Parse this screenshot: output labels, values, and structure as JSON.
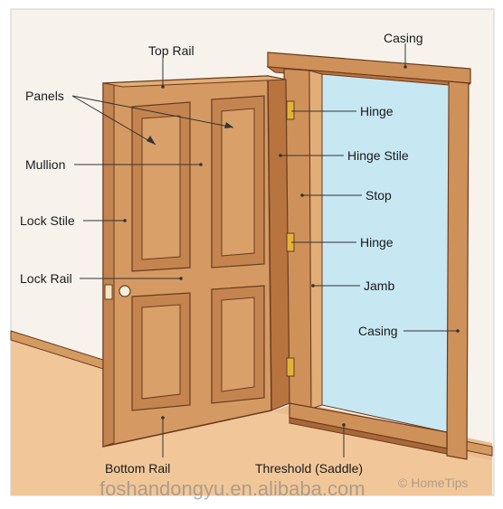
{
  "labels": {
    "top_rail": "Top Rail",
    "panels": "Panels",
    "mullion": "Mullion",
    "lock_stile": "Lock Stile",
    "lock_rail": "Lock Rail",
    "bottom_rail": "Bottom Rail",
    "casing_top": "Casing",
    "hinge_upper": "Hinge",
    "hinge_stile": "Hinge Stile",
    "stop": "Stop",
    "hinge_lower": "Hinge",
    "jamb": "Jamb",
    "casing_side": "Casing",
    "threshold": "Threshold (Saddle)"
  },
  "watermarks": {
    "brand": "© HomeTips",
    "site": "foshandongyu.en.alibaba.com"
  },
  "colors": {
    "wall": "#f7f3ec",
    "floor": "#f1c79a",
    "door_wood": "#d59a63",
    "door_dark": "#b8743f",
    "frame_wood": "#cf915a",
    "opening_glass": "#c7e7f3",
    "outline": "#6b3b1c",
    "leader": "#333333"
  }
}
